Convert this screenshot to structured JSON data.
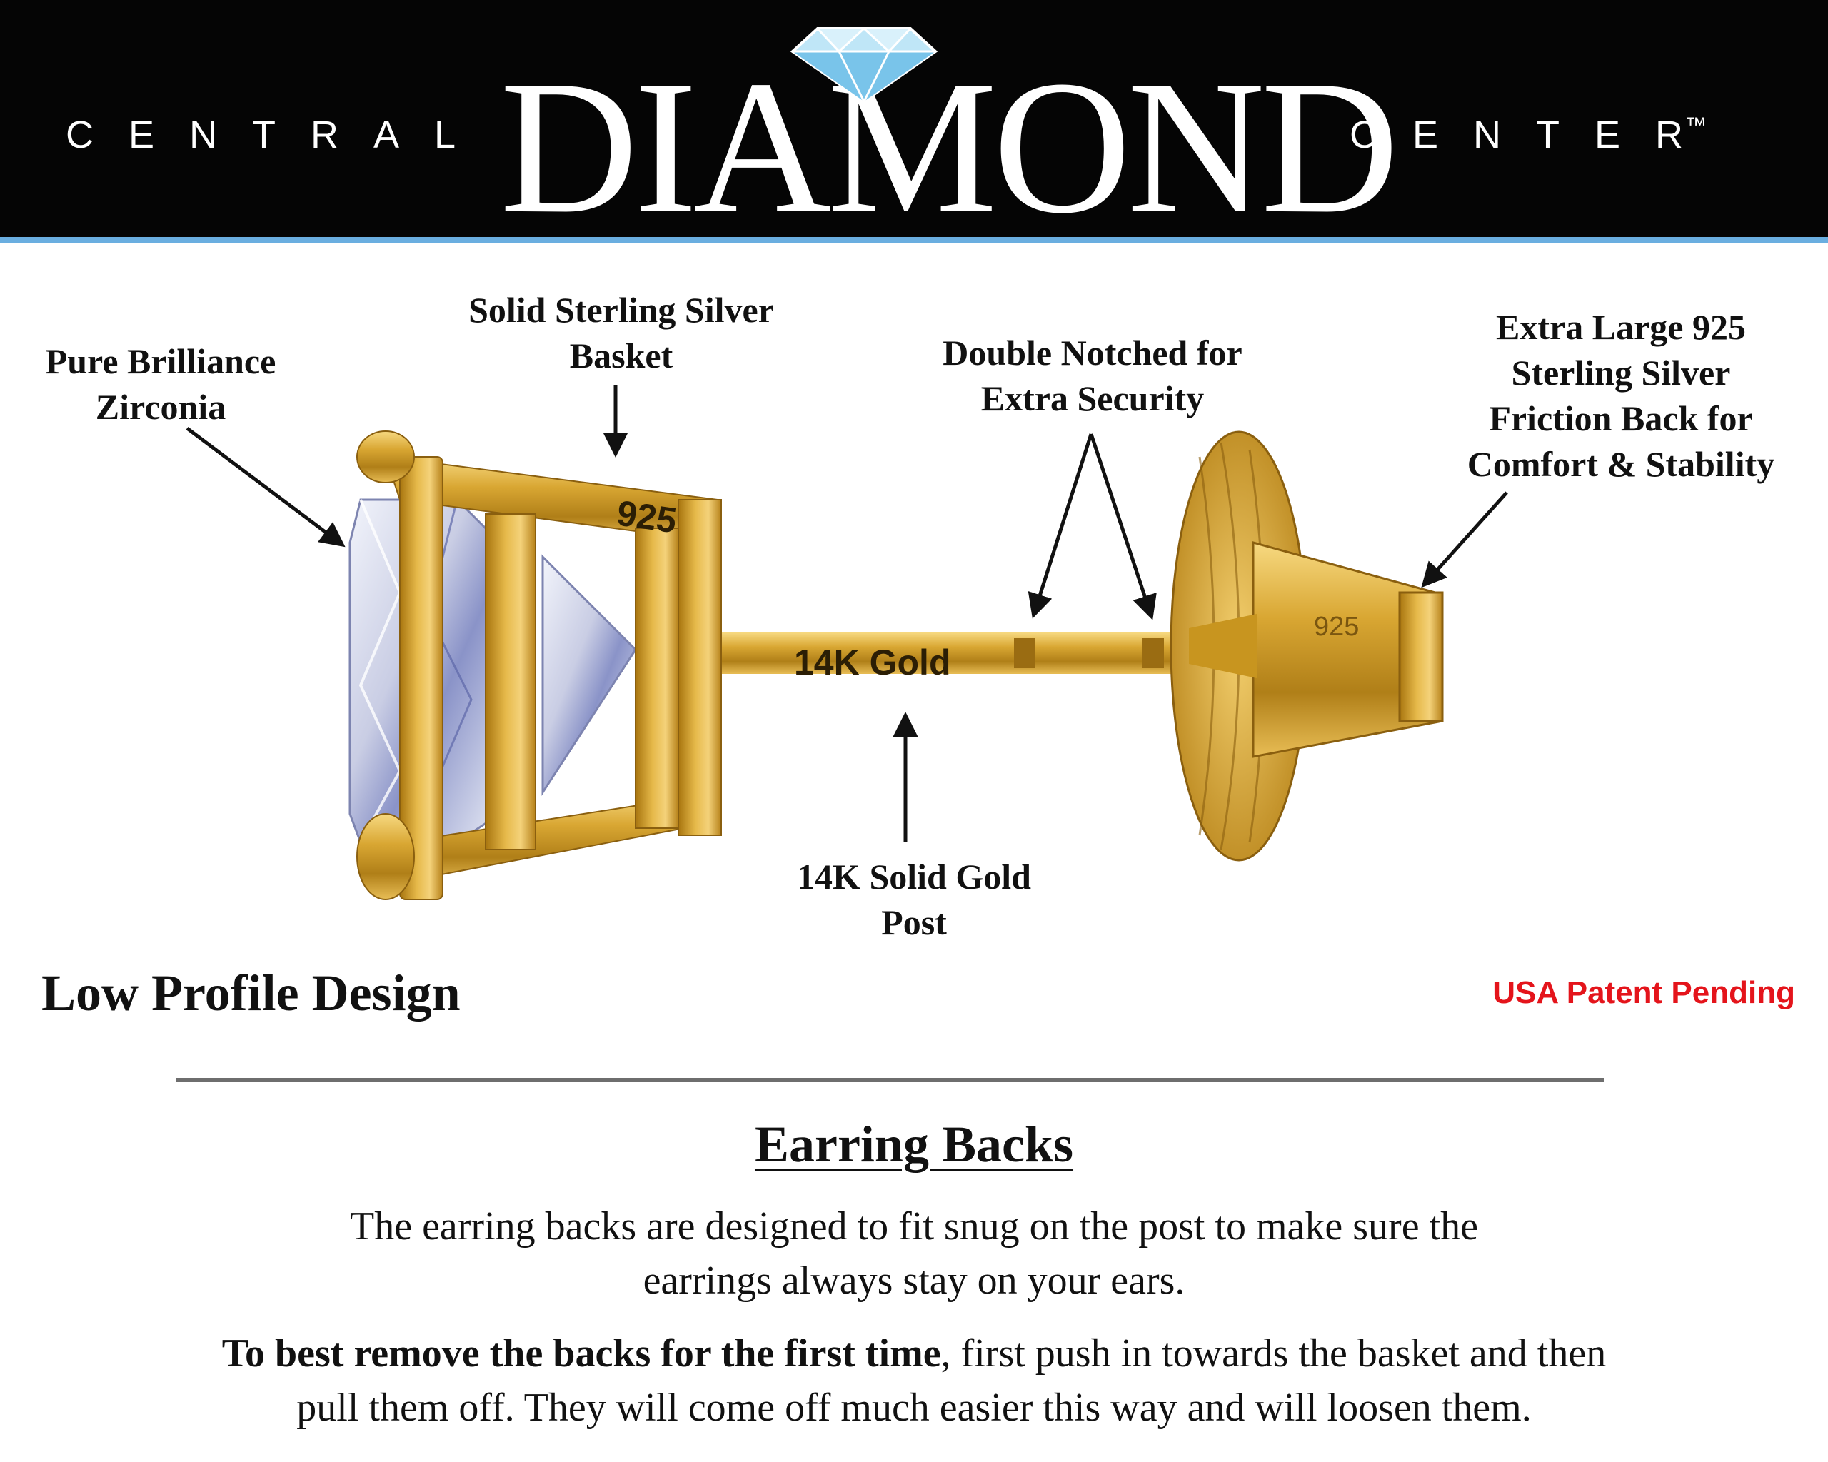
{
  "header": {
    "brand_left": "CENTRAL",
    "brand_main": "DIAMOND",
    "brand_right": "CENTER",
    "trademark": "™",
    "accent_color": "#6aaee0",
    "logo_icon": "diamond-icon"
  },
  "diagram": {
    "callouts": {
      "zirconia": [
        "Pure Brilliance",
        "Zirconia"
      ],
      "basket": [
        "Solid Sterling Silver",
        "Basket"
      ],
      "notched": [
        "Double Notched for",
        "Extra Security"
      ],
      "friction_back": [
        "Extra Large 925",
        "Sterling Silver",
        "Friction Back for",
        "Comfort & Stability"
      ],
      "post": [
        "14K Solid Gold",
        "Post"
      ]
    },
    "engravings": {
      "basket_mark": "925",
      "post_mark": "14K Gold",
      "back_mark": "925"
    },
    "gold_color": "#d9a733"
  },
  "low_profile": "Low Profile Design",
  "patent": "USA Patent Pending",
  "earring_backs": {
    "title": "Earring Backs",
    "para1_line1": "The earring backs are designed to fit snug on the post to make sure the",
    "para1_line2": "earrings always stay on your ears.",
    "para2_bold": "To best remove the backs for the first time",
    "para2_rest": ", first push in towards the basket and then",
    "para2_line2": "pull them off. They will come off much easier this way and will loosen them."
  }
}
